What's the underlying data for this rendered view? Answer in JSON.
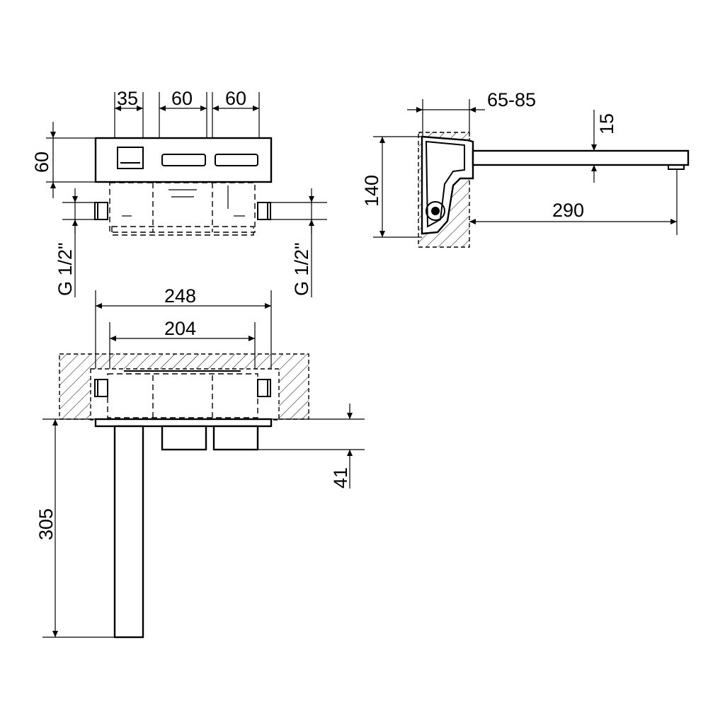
{
  "dimensions": {
    "front_w1": "35",
    "front_w2": "60",
    "front_w3": "60",
    "front_h": "60",
    "thread_left": "G 1/2\"",
    "thread_right": "G 1/2\"",
    "side_wall": "65-85",
    "side_spout_thickness": "15",
    "side_height": "140",
    "side_spout_length": "290",
    "top_overall": "248",
    "top_box": "204",
    "top_depth": "41",
    "top_spout_length": "305"
  }
}
